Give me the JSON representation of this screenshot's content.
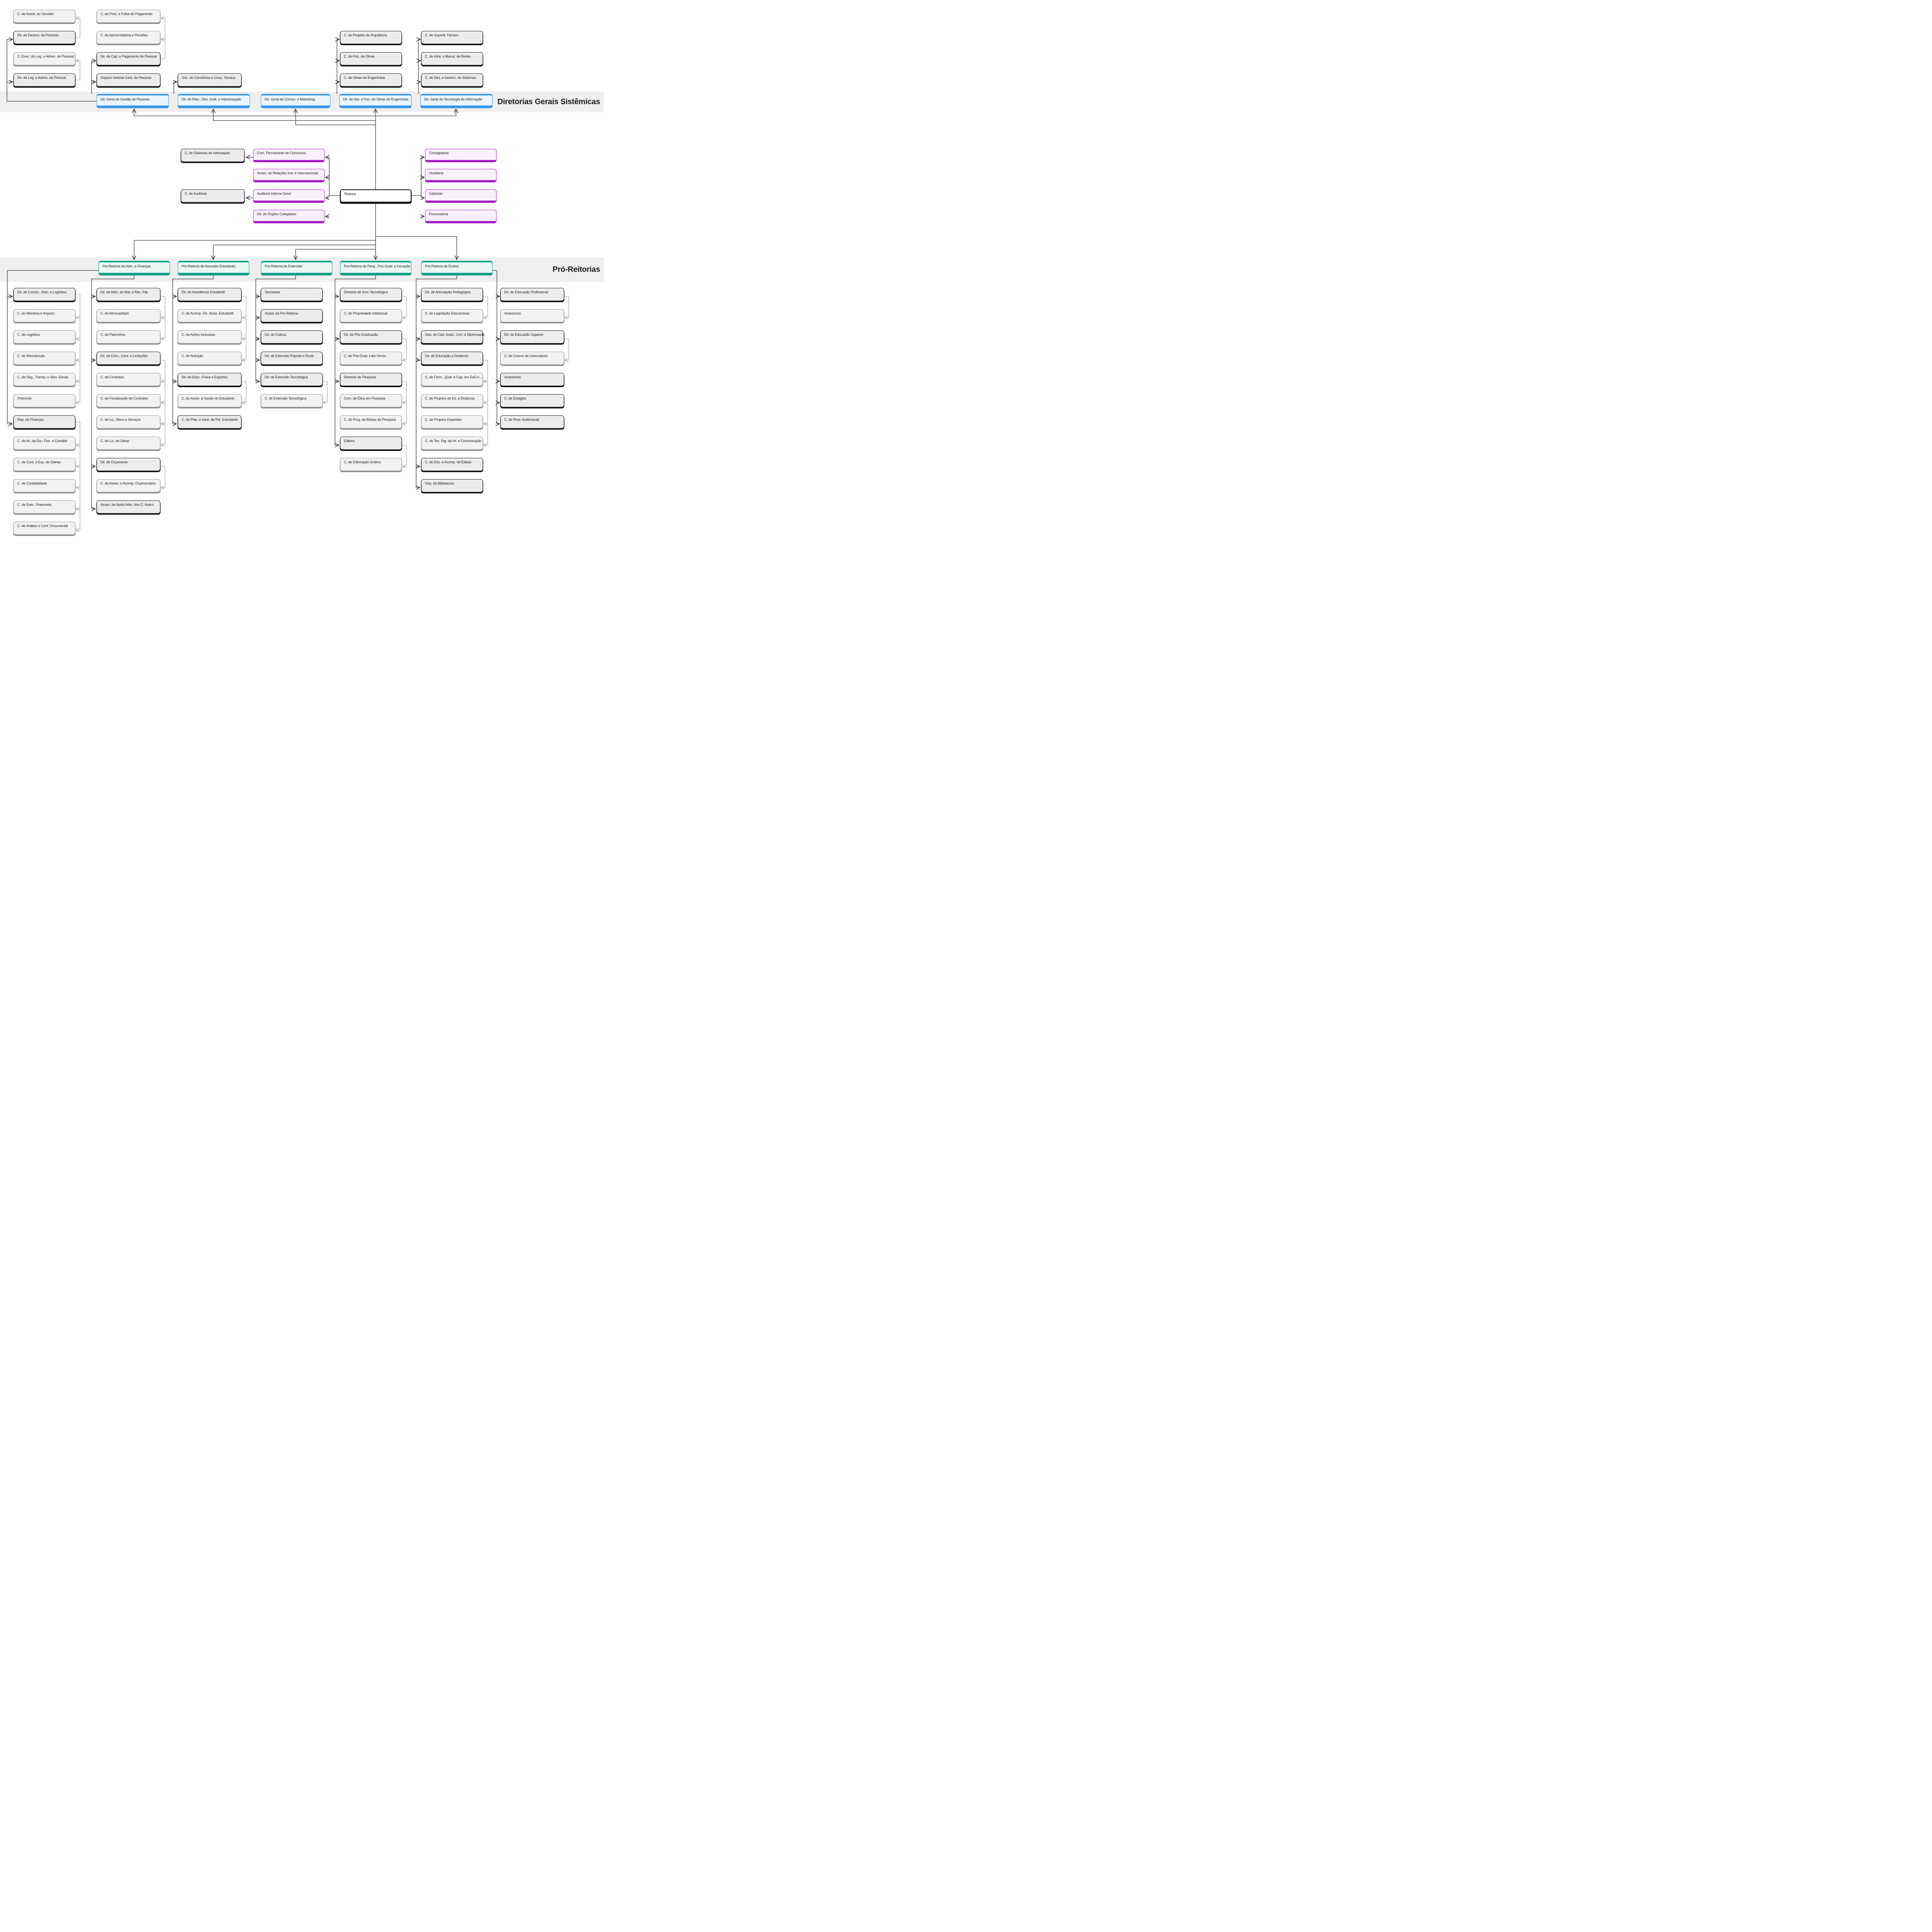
{
  "labels": {
    "band1": "Diretorias Gerais Sistêmicas",
    "band2": "Pró-Reitorias"
  },
  "colors": {
    "blue_accent": "#3b99e8",
    "teal_accent": "#12a188",
    "purple_accent": "#a620c4",
    "band_background": "#efefef",
    "box_background": "#f2f2f2"
  },
  "nodes": [
    {
      "id": "c-assist-servidor",
      "label": "C. de Assist. ao Servidor",
      "style": "grey"
    },
    {
      "id": "dir-desenv-pessoas",
      "label": "Dir. de Desenv. de Pessoas",
      "style": "dark"
    },
    {
      "id": "c-exec-leg-admin-pessoal",
      "label": "C. Exec. de Leg. e Admin. de Pessoal",
      "style": "grey"
    },
    {
      "id": "dir-leg-admin-pessoal",
      "label": "Dir. de Leg. e Admin. de Pessoal",
      "style": "dark"
    },
    {
      "id": "c-prod-folha-pagamento",
      "label": "C. de Prod. e Folha de Pagamento",
      "style": "grey"
    },
    {
      "id": "c-aposentadoria-pensoes",
      "label": "C. de Aposentadoria e Pensões",
      "style": "grey"
    },
    {
      "id": "dir-cad-pagamento-pessoal",
      "label": "Dir. de Cad. e Pagamento de Pessoal",
      "style": "dark"
    },
    {
      "id": "arquivo-setorial-gest-pessoas",
      "label": "Arquivo Setorial Gest. de Pessoas",
      "style": "dark"
    },
    {
      "id": "nuc-convenios-coop-tecnica",
      "label": "Núc. de Convênios e Coop. Técnica",
      "style": "dark"
    },
    {
      "id": "dir-geral-gestao-pessoas",
      "label": "Dir. Geral de Gestão de Pessoas",
      "style": "blue"
    },
    {
      "id": "dir-plan-des-instit-interiorizacao",
      "label": "Dir. de Plan., Des. Instit. e Interiorização",
      "style": "blue"
    },
    {
      "id": "dir-geral-comun-marketing",
      "label": "Dir. Geral de Comun. e Marketing",
      "style": "blue"
    },
    {
      "id": "dir-ger-fisc-obras-engenharia",
      "label": "Dir. de Ger. e Fisc. de Obras de Engenharia",
      "style": "blue"
    },
    {
      "id": "dir-geral-tecnologia-informacao",
      "label": "Dir. Geral de Tecnologia da Informação",
      "style": "blue"
    },
    {
      "id": "c-projetos-arquitetura",
      "label": "C. de Projetos de Arquitetura",
      "style": "dark"
    },
    {
      "id": "c-fisc-obras",
      "label": "C. de Fisc. de Obras",
      "style": "dark"
    },
    {
      "id": "c-obras-engenharia",
      "label": "C. de Obras de Engenharia",
      "style": "dark"
    },
    {
      "id": "c-suporte-tecnico",
      "label": "C. de Suporte Técnico",
      "style": "dark"
    },
    {
      "id": "c-infra-manut-redes",
      "label": "C. de Infra. e Manut. de Redes",
      "style": "dark"
    },
    {
      "id": "c-des-gerenc-sistemas",
      "label": "C. de Des. e Gerenc. de Sistemas",
      "style": "dark"
    },
    {
      "id": "c-sistemas-informacao",
      "label": "C. de Sistemas de Informação",
      "style": "dark"
    },
    {
      "id": "c-auditoria",
      "label": "C. de Auditoria",
      "style": "dark"
    },
    {
      "id": "com-permanente-concursos",
      "label": "Com. Permanente de Concursos",
      "style": "purple"
    },
    {
      "id": "asses-relacoes-inst-internacionais",
      "label": "Asses. de Relações Inst. e Internacionais",
      "style": "purple"
    },
    {
      "id": "auditoria-interna-geral",
      "label": "Auditoria Interna Geral",
      "style": "purple"
    },
    {
      "id": "dir-orgaos-colegiados",
      "label": "Dir. de Órgãos Colegiados",
      "style": "purple"
    },
    {
      "id": "reitoria",
      "label": "Reitoria",
      "style": "white"
    },
    {
      "id": "corregedoria",
      "label": "Corregedoria",
      "style": "purple"
    },
    {
      "id": "ouvidoria",
      "label": "Ouvidoria",
      "style": "purple"
    },
    {
      "id": "gabinete",
      "label": "Gabinete",
      "style": "purple"
    },
    {
      "id": "procuradoria",
      "label": "Procuradoria",
      "style": "purple"
    },
    {
      "id": "pro-reitoria-adm-financas",
      "label": "Pró-Reitoria de Adm. e Finanças",
      "style": "teal"
    },
    {
      "id": "pro-reitoria-assuntos-estudantis",
      "label": "Pró-Reitoria de Assuntos Estudantis",
      "style": "teal"
    },
    {
      "id": "pro-reitoria-extensao",
      "label": "Pró-Reitoria de Extensão",
      "style": "teal"
    },
    {
      "id": "pro-reitoria-pesq-pos-grad-inovacao",
      "label": "Pró-Reitoria de Pesq., Pós-Grad. e Inovação",
      "style": "teal"
    },
    {
      "id": "pro-reitoria-ensino",
      "label": "Pró-Reitoria de Ensino",
      "style": "teal"
    },
    {
      "id": "dir-comun-man-logistica",
      "label": "Dir. de Comun., Man. e Logística",
      "style": "dark"
    },
    {
      "id": "c-memoria-arquivo",
      "label": "C. de Memória e Arquivo",
      "style": "grey"
    },
    {
      "id": "c-logistica",
      "label": "C. de Logística",
      "style": "grey"
    },
    {
      "id": "c-manutencao",
      "label": "C. de Manutenção",
      "style": "grey"
    },
    {
      "id": "c-seg-transp-serv-gerais",
      "label": "C. de Seg., Transp. e Serv. Gerais",
      "style": "grey"
    },
    {
      "id": "protocolo",
      "label": "Protocolo",
      "style": "grey"
    },
    {
      "id": "dep-financas",
      "label": "Dep. de Finanças",
      "style": "dark"
    },
    {
      "id": "c-ac-esc-fisc-contabil",
      "label": "C. de Ac. da Esc. Fisc. e Contábil",
      "style": "grey"
    },
    {
      "id": "c-cont-exp-diarias",
      "label": "C. de Cont. e Exp. de Diárias",
      "style": "grey"
    },
    {
      "id": "c-contabilidade",
      "label": "C. de Contabilidade",
      "style": "grey"
    },
    {
      "id": "c-exec-financeira",
      "label": "C. de Exec. Financeira",
      "style": "grey"
    },
    {
      "id": "c-analise-conf-documental",
      "label": "C. de Análise e Conf. Documental",
      "style": "grey"
    },
    {
      "id": "dir-adm-mat-rec-pat",
      "label": "Dir. de Adm. de Mat. e Rec. Pat.",
      "style": "dark"
    },
    {
      "id": "c-almoxarifado",
      "label": "C. de Almoxarifado",
      "style": "grey"
    },
    {
      "id": "c-patrimonio",
      "label": "C. de Patrimônio",
      "style": "grey"
    },
    {
      "id": "dir-com-cont-licitacoes",
      "label": "Dir. de Com., Cont. e Licitações",
      "style": "dark"
    },
    {
      "id": "c-contratos",
      "label": "C. de Contratos",
      "style": "grey"
    },
    {
      "id": "c-fiscalizacao-contratos",
      "label": "C. de Fiscalização de Contratos",
      "style": "grey"
    },
    {
      "id": "c-lic-bens-servicos",
      "label": "C. de Lic., Bens e Serviços",
      "style": "grey"
    },
    {
      "id": "c-lic-obras",
      "label": "C. de Lic. de Obras",
      "style": "grey"
    },
    {
      "id": "dir-orcamento",
      "label": "Dir. de Orçamento",
      "style": "dark"
    },
    {
      "id": "c-asses-acomp-orcamentario",
      "label": "C. de Asses. e Acomp. Orçamentário",
      "style": "grey"
    },
    {
      "id": "asses-apoio-adm-c-avanc",
      "label": "Asses. de Apoio Adm. dos C. Avanc.",
      "style": "dark"
    },
    {
      "id": "dir-assistencia-estudantil",
      "label": "Dir. de Assistência Estudantil",
      "style": "dark"
    },
    {
      "id": "c-acomp-fin-assis-estudantil",
      "label": "C. de Acomp. Fin. Assis. Estudantil",
      "style": "grey"
    },
    {
      "id": "c-acoes-inclusivas",
      "label": "C. de Ações Inclusivas",
      "style": "grey"
    },
    {
      "id": "c-nutricao",
      "label": "C. de Nutrição",
      "style": "grey"
    },
    {
      "id": "dir-educ-fisica-esportes",
      "label": "Dir. de Educ. Física e Esportes",
      "style": "dark"
    },
    {
      "id": "c-assist-saude-estudante",
      "label": "C. de Assist. à Saúde do Estudante",
      "style": "grey"
    },
    {
      "id": "c-plan-gest-pol-estudantis",
      "label": "C. de Plan. e Gest. de Pol. Estudantis",
      "style": "dark"
    },
    {
      "id": "secretaria",
      "label": "Secretaria",
      "style": "dark"
    },
    {
      "id": "assist-pro-reitoria",
      "label": "Assist. da Pró-Reitoria",
      "style": "dark"
    },
    {
      "id": "dir-cultura",
      "label": "Dir. de Cultura",
      "style": "dark"
    },
    {
      "id": "dir-extensao-popular-rural",
      "label": "Dir. de Extensão Popular e Rural",
      "style": "dark"
    },
    {
      "id": "dir-extensao-tecnologica",
      "label": "Dir. de Extensão Tecnológica",
      "style": "dark"
    },
    {
      "id": "c-extensao-tecnologica",
      "label": "C. de Extensão Tecnológica",
      "style": "grey"
    },
    {
      "id": "diretoria-inov-tecnologica",
      "label": "Diretoria de Inov. Tecnológica",
      "style": "dark"
    },
    {
      "id": "c-propriedade-intelectual",
      "label": "C. de Propriedade Intelectual",
      "style": "grey"
    },
    {
      "id": "dir-pos-graduacao",
      "label": "Dir. de Pós-Graduação",
      "style": "dark"
    },
    {
      "id": "c-pos-grad-lato-sensu",
      "label": "C. de Pós-Grad. Lato Sensu",
      "style": "grey"
    },
    {
      "id": "diretoria-pesquisa",
      "label": "Diretoria de Pesquisa",
      "style": "dark"
    },
    {
      "id": "com-etica-pesquisa",
      "label": "Com. de Ética em Pesquisa",
      "style": "grey"
    },
    {
      "id": "c-prog-bolsas-pesquisa",
      "label": "C. de Prog. de Bolsas de Pesquisa",
      "style": "grey"
    },
    {
      "id": "editora",
      "label": "Editora",
      "style": "dark"
    },
    {
      "id": "c-editoracao-grafica",
      "label": "C. de Editoração Gráfica",
      "style": "grey"
    },
    {
      "id": "dir-articulacao-pedagogica",
      "label": "Dir. de Articulação Pedagógica",
      "style": "dark"
    },
    {
      "id": "c-legislacao-educacional",
      "label": "C. de Legislação Educacional",
      "style": "grey"
    },
    {
      "id": "dep-cad-acad-cert-diplomacao",
      "label": "Dep. de Cad. Acad., Cert. e Diplomação",
      "style": "dark"
    },
    {
      "id": "dir-educacao-distancia",
      "label": "Dir. de Educação a Distância",
      "style": "dark"
    },
    {
      "id": "c-form-qual-cap-ead",
      "label": "C. de Form., Qual. e Cap. em EaD e ...",
      "style": "grey"
    },
    {
      "id": "c-projetos-ed-distancia",
      "label": "C. de Projetos de Ed. a Distância",
      "style": "grey"
    },
    {
      "id": "c-projetos-especiais",
      "label": "C. de Projetos Especiais",
      "style": "grey"
    },
    {
      "id": "c-tec-dig-inf-comunicacao",
      "label": "C. de Tec. Dig. da Inf. e Comunicação",
      "style": "grey"
    },
    {
      "id": "c-doc-acomp-editais",
      "label": "C. de Doc. e Acomp. de Editais",
      "style": "dark"
    },
    {
      "id": "dep-bibliotecas",
      "label": "Dep. de Bibliotecas",
      "style": "dark"
    },
    {
      "id": "dir-educacao-profissional",
      "label": "Dir. de Educação Profissional",
      "style": "dark"
    },
    {
      "id": "assessoria-educacao-profissional",
      "label": "Assessoria",
      "style": "grey"
    },
    {
      "id": "dir-educacao-superior",
      "label": "Dir. de Educação Superior",
      "style": "dark"
    },
    {
      "id": "c-cursos-licenciatura",
      "label": "C. de Cursos de Licenciatura",
      "style": "grey"
    },
    {
      "id": "assessoria-ensino",
      "label": "Assessoria",
      "style": "dark"
    },
    {
      "id": "c-estagios",
      "label": "C. de Estágios",
      "style": "dark"
    },
    {
      "id": "c-prod-audiovisual",
      "label": "C. de Prod. Audiovisual",
      "style": "dark"
    }
  ]
}
